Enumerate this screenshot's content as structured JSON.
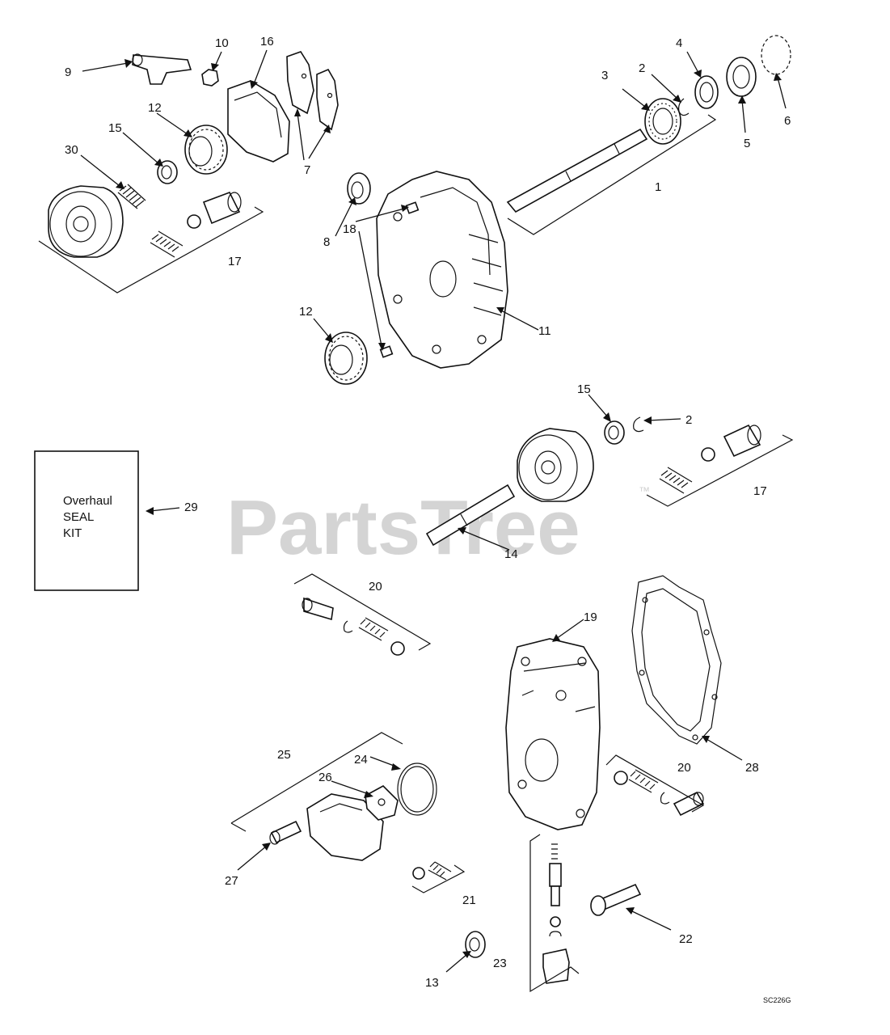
{
  "watermark": {
    "text": "PartsTree",
    "trademark": "™"
  },
  "kit_box": {
    "lines": [
      "Overhaul",
      "SEAL",
      "KIT"
    ]
  },
  "drawing_code": "SC226G",
  "callouts": {
    "c1": "1",
    "c2a": "2",
    "c2b": "2",
    "c3": "3",
    "c4": "4",
    "c5": "5",
    "c6": "6",
    "c7": "7",
    "c8": "8",
    "c9": "9",
    "c10": "10",
    "c11": "11",
    "c12a": "12",
    "c12b": "12",
    "c13": "13",
    "c14": "14",
    "c15a": "15",
    "c15b": "15",
    "c16": "16",
    "c17a": "17",
    "c17b": "17",
    "c18": "18",
    "c19": "19",
    "c20a": "20",
    "c20b": "20",
    "c21": "21",
    "c22": "22",
    "c23": "23",
    "c24": "24",
    "c25": "25",
    "c26": "26",
    "c27": "27",
    "c28": "28",
    "c29": "29",
    "c30": "30"
  }
}
